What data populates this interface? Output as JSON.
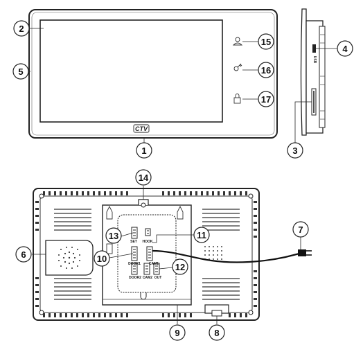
{
  "logo_text": "CTV",
  "usb_label": "USB",
  "front_view": {
    "callouts": [
      "1",
      "2",
      "5",
      "15",
      "16",
      "17"
    ],
    "icons": [
      "person-icon",
      "key-icon",
      "lock-icon"
    ]
  },
  "side_view": {
    "callouts": [
      "3",
      "4"
    ]
  },
  "back_view": {
    "callouts": [
      "6",
      "7",
      "8",
      "9",
      "10",
      "11",
      "12",
      "13",
      "14"
    ],
    "connector_labels": [
      "SET",
      "HOOK",
      "CAM1",
      "DOOR1",
      "DOOR2",
      "CAM2",
      "OUT"
    ]
  }
}
